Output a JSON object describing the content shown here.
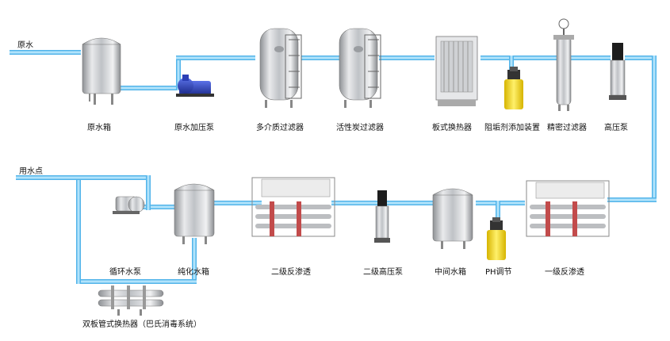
{
  "source_label": "原水",
  "outlet_label": "用水点",
  "labels": {
    "raw_tank": "原水箱",
    "raw_pump": "原水加压泵",
    "multimedia_filter": "多介质过滤器",
    "carbon_filter": "活性炭过滤器",
    "plate_exchanger": "板式换热器",
    "antiscalant": "阻垢剂添加装置",
    "precision_filter": "精密过滤器",
    "high_pressure_pump": "高压泵",
    "ro1": "一级反渗透",
    "ph_adjust": "PH调节",
    "intermediate_tank": "中间水箱",
    "hp_pump2": "二级高压泵",
    "ro2": "二级反渗透",
    "pure_tank": "纯化水箱",
    "circ_pump": "循环水泵",
    "tube_exchanger": "双板管式换热器（巴氏消毒系统）"
  },
  "colors": {
    "pipe": "#8fd8f8",
    "pipe_edge": "#3aa8e6",
    "steel": "#c7c9cc",
    "pump_blue": "#2b3fb5",
    "dosing_yellow": "#f3d200"
  }
}
